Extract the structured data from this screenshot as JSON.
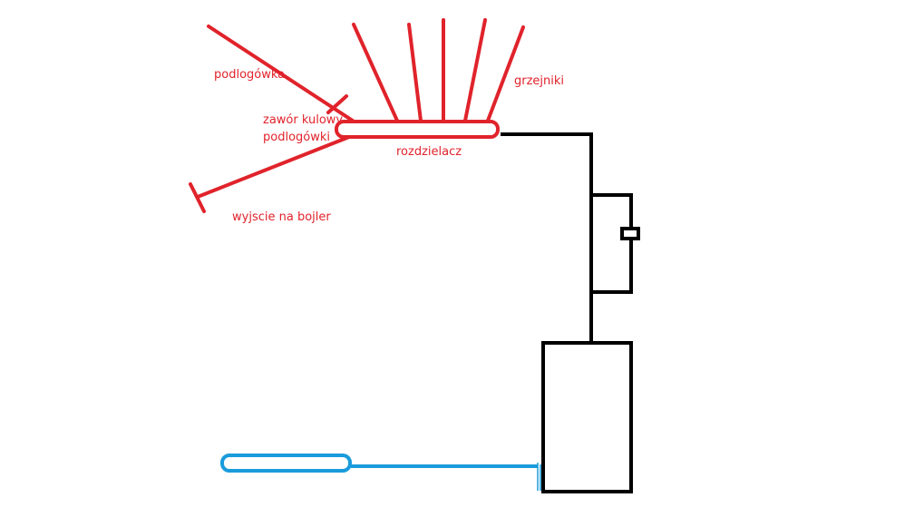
{
  "colors": {
    "background": "#ffffff",
    "red": "#e0232b",
    "black": "#000000",
    "blue": "#1a9bdb"
  },
  "labels": {
    "podlogowka": "podlogówka",
    "grzejniki": "grzejniki",
    "zawor_line1": "zawór kulowy",
    "zawor_line2": "podlogówki",
    "rozdzielacz": "rozdzielacz",
    "wyjscie": "wyjscie na bojler"
  }
}
